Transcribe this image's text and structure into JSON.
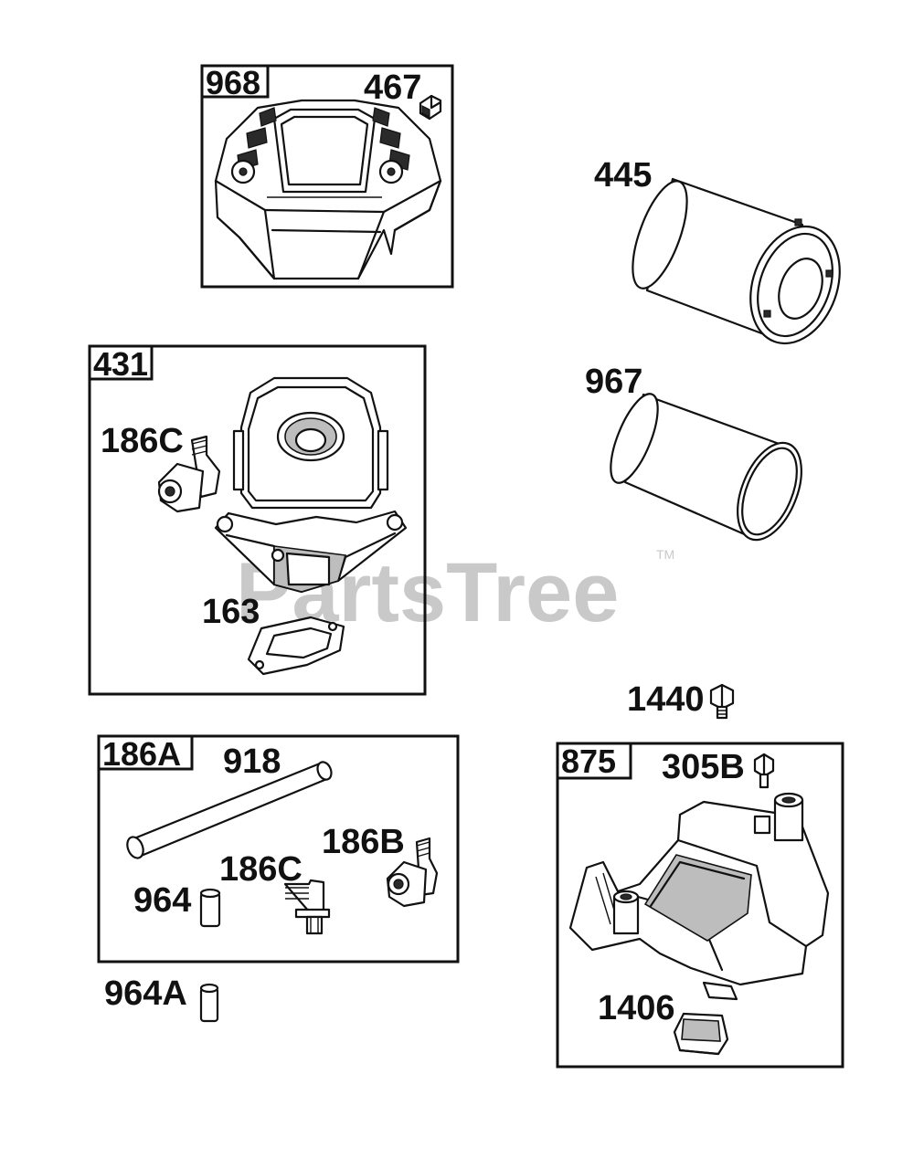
{
  "watermark": {
    "text": "PartsTree",
    "trademark": "TM"
  },
  "groups": [
    {
      "tag": "968"
    },
    {
      "tag": "431"
    },
    {
      "tag": "186A"
    },
    {
      "tag": "875"
    }
  ],
  "labels": {
    "p467": "467",
    "p445": "445",
    "p967": "967",
    "p186C_top": "186C",
    "p163": "163",
    "p1440": "1440",
    "p918": "918",
    "p186B": "186B",
    "p186C_bottom": "186C",
    "p964": "964",
    "p964A": "964A",
    "p305B": "305B",
    "p1406": "1406"
  }
}
